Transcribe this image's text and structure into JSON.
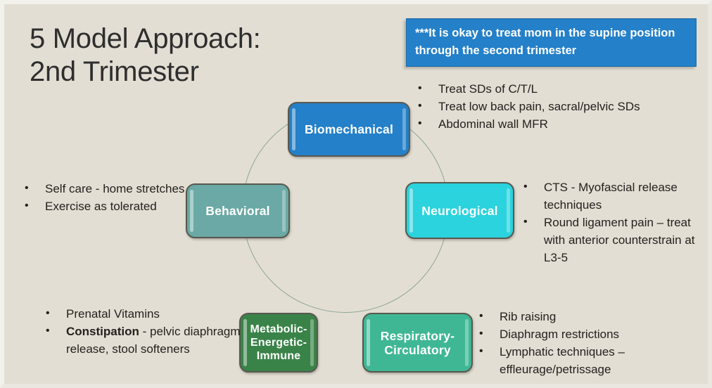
{
  "slide": {
    "title": "5 Model Approach:\n2nd Trimester",
    "background_color": "#e3ded3",
    "callout": {
      "text": "***It is okay to treat mom in the supine position through the second trimester",
      "background_color": "#2480c8",
      "text_color": "#ffffff"
    }
  },
  "nodes": [
    {
      "id": "biomechanical",
      "label": "Biomechanical",
      "color": "#2480c8"
    },
    {
      "id": "neurological",
      "label": "Neurological",
      "color": "#2ad3dd"
    },
    {
      "id": "respiratory",
      "label": "Respiratory-\nCirculatory",
      "color": "#3fb795"
    },
    {
      "id": "metabolic",
      "label": "Metabolic-\nEnergetic-\nImmune",
      "color": "#3a8348"
    },
    {
      "id": "behavioral",
      "label": "Behavioral",
      "color": "#6aa9a5"
    }
  ],
  "bullet_groups": {
    "biomechanical": [
      "Treat SDs of C/T/L",
      "Treat low back pain, sacral/pelvic SDs",
      "Abdominal wall MFR"
    ],
    "neurological": [
      "CTS - Myofascial release techniques",
      "Round ligament pain – treat with anterior counterstrain at L3-5"
    ],
    "respiratory": [
      "Rib raising",
      "Diaphragm restrictions",
      "Lymphatic techniques – effleurage/petrissage"
    ],
    "metabolic": [
      "Prenatal Vitamins",
      "<b>Constipation</b> - pelvic diaphragm release, stool softeners"
    ],
    "behavioral": [
      "Self care - home stretches",
      "Exercise as tolerated"
    ]
  }
}
